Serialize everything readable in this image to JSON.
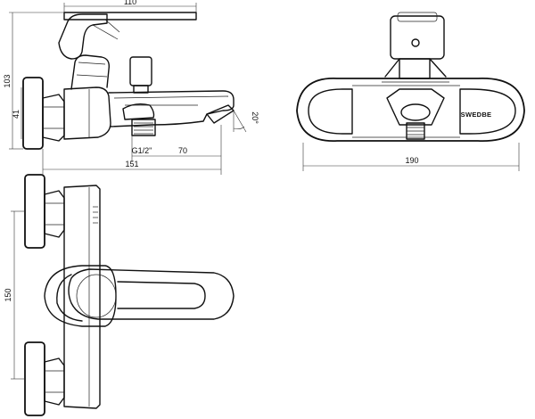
{
  "dimensions": {
    "width_top": "110",
    "height_overall": "103",
    "height_center": "41",
    "thread": "G1/2\"",
    "spout_offset": "70",
    "depth_total": "151",
    "angle": "20°",
    "width_front": "190",
    "centers": "150"
  },
  "brand_label": "SWEDBE",
  "colors": {
    "line": "#111111",
    "background": "#ffffff"
  }
}
